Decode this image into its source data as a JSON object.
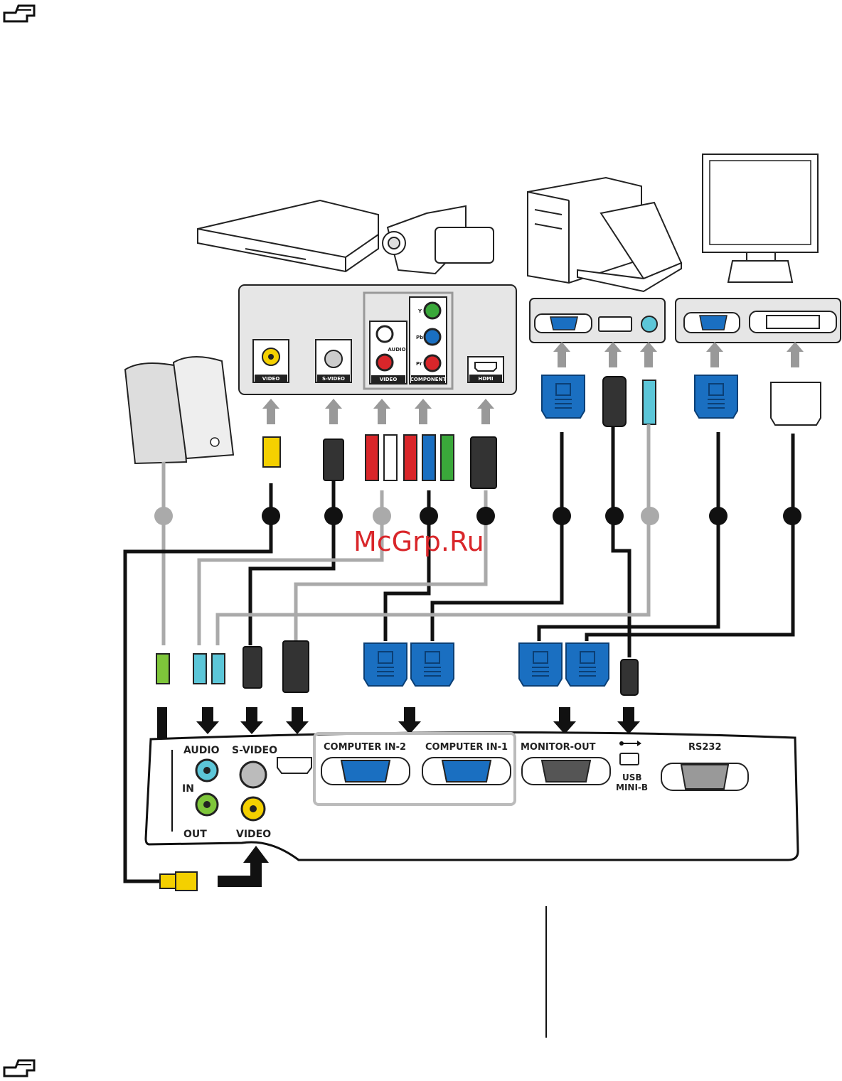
{
  "watermark": "McGrp.Ru",
  "source_panel_labels": {
    "video": "VIDEO",
    "svideo": "S-VIDEO",
    "audio": "AUDIO",
    "rca_video": "VIDEO",
    "component": "COMPONENT",
    "hdmi": "HDMI",
    "y": "Y",
    "pb": "Pb",
    "pr": "Pr"
  },
  "projector_panel_labels": {
    "audio": "AUDIO",
    "in": "IN",
    "out": "OUT",
    "svideo": "S-VIDEO",
    "video": "VIDEO",
    "computer_in_2": "COMPUTER IN-2",
    "computer_in_1": "COMPUTER IN-1",
    "monitor_out": "MONITOR-OUT",
    "usb": "USB",
    "mini_b": "MINI-B",
    "rs232": "RS232"
  },
  "icons": [
    "note-hand-icon",
    "note-hand-icon"
  ]
}
